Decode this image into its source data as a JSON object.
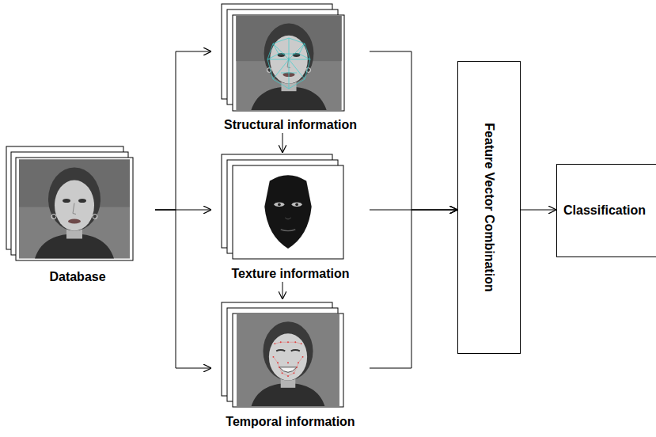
{
  "diagram": {
    "nodes": [
      {
        "text": [
          "Database"
        ]
      },
      {
        "text": [
          "Structural information"
        ]
      },
      {
        "text": [
          "Texture information"
        ]
      },
      {
        "text": [
          "Temporal information"
        ]
      },
      {
        "text": [
          "Feature Vector Combination"
        ]
      },
      {
        "text": [
          "Classification"
        ]
      }
    ],
    "edges": [
      {
        "from": 0,
        "to": 1,
        "arrow": "to"
      },
      {
        "from": 0,
        "to": 2,
        "arrow": "to"
      },
      {
        "from": 0,
        "to": 3,
        "arrow": "to"
      },
      {
        "from": 1,
        "to": 2,
        "arrow": "to"
      },
      {
        "from": 2,
        "to": 3,
        "arrow": "to"
      },
      {
        "from": 1,
        "to": 4,
        "arrow": "to"
      },
      {
        "from": 2,
        "to": 4,
        "arrow": "to"
      },
      {
        "from": 3,
        "to": 4,
        "arrow": "to"
      },
      {
        "from": 4,
        "to": 5,
        "arrow": "to"
      }
    ]
  }
}
